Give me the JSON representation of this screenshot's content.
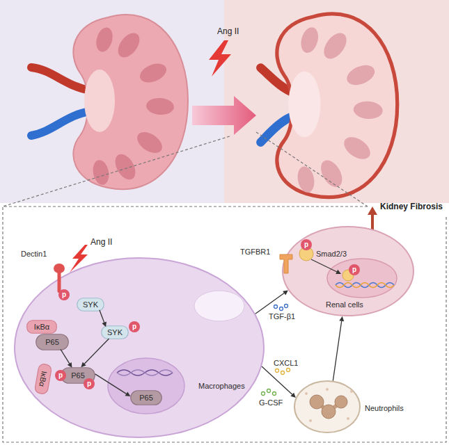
{
  "diagram": {
    "nodes": [
      {
        "text": [
          "Macrophages"
        ]
      },
      {
        "text": [
          "Dectin1"
        ],
        "in": 0
      },
      {
        "text": [
          "SYK"
        ],
        "in": 0
      },
      {
        "text": [
          "SYK"
        ],
        "in": 0
      },
      {
        "text": [
          "IκBα"
        ],
        "in": 0
      },
      {
        "text": [
          "P65"
        ],
        "in": 0
      },
      {
        "text": [
          "P65"
        ],
        "in": 0
      },
      {
        "text": [
          "IκBα"
        ],
        "in": 0
      },
      {
        "text": [
          "P65"
        ],
        "in": 0
      },
      {
        "text": [
          "Renal cells"
        ]
      },
      {
        "text": [
          "TGFBR1"
        ],
        "in": 9
      },
      {
        "text": [
          "Smad2/3"
        ],
        "in": 9
      },
      {
        "text": [
          "Neutrophils"
        ]
      }
    ],
    "edges": [
      {
        "from": 2,
        "to": 3,
        "arrow": "to"
      },
      {
        "from": 3,
        "to": 6,
        "arrow": "to"
      },
      {
        "from": 5,
        "to": 6,
        "arrow": "to"
      },
      {
        "from": 6,
        "to": 8,
        "arrow": "to"
      },
      {
        "from": 0,
        "to": 9,
        "arrow": "to"
      },
      {
        "from": 0,
        "to": 12,
        "arrow": "to"
      },
      {
        "from": 12,
        "to": 9,
        "arrow": "to"
      }
    ],
    "labels": [
      "Ang II",
      "Kidney Fibrosis",
      "Ang II",
      "p",
      "p",
      "p",
      "p",
      "p",
      "p",
      "TGF-β1",
      "CXCL1",
      "G-CSF"
    ]
  }
}
